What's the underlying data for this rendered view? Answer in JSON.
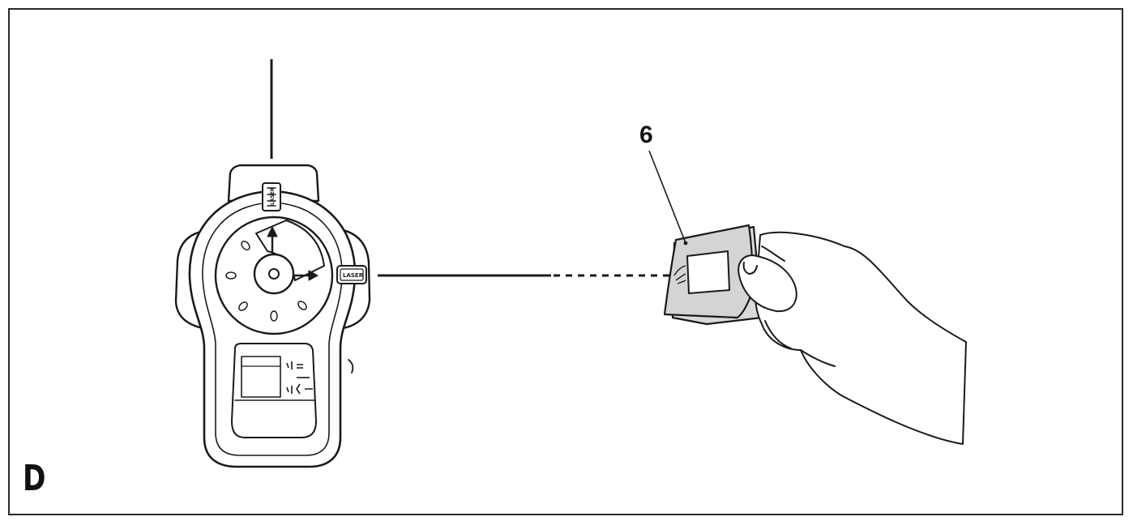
{
  "figure": {
    "panel_label": "D",
    "callout_number": "6",
    "device_button_label": "LASER"
  }
}
